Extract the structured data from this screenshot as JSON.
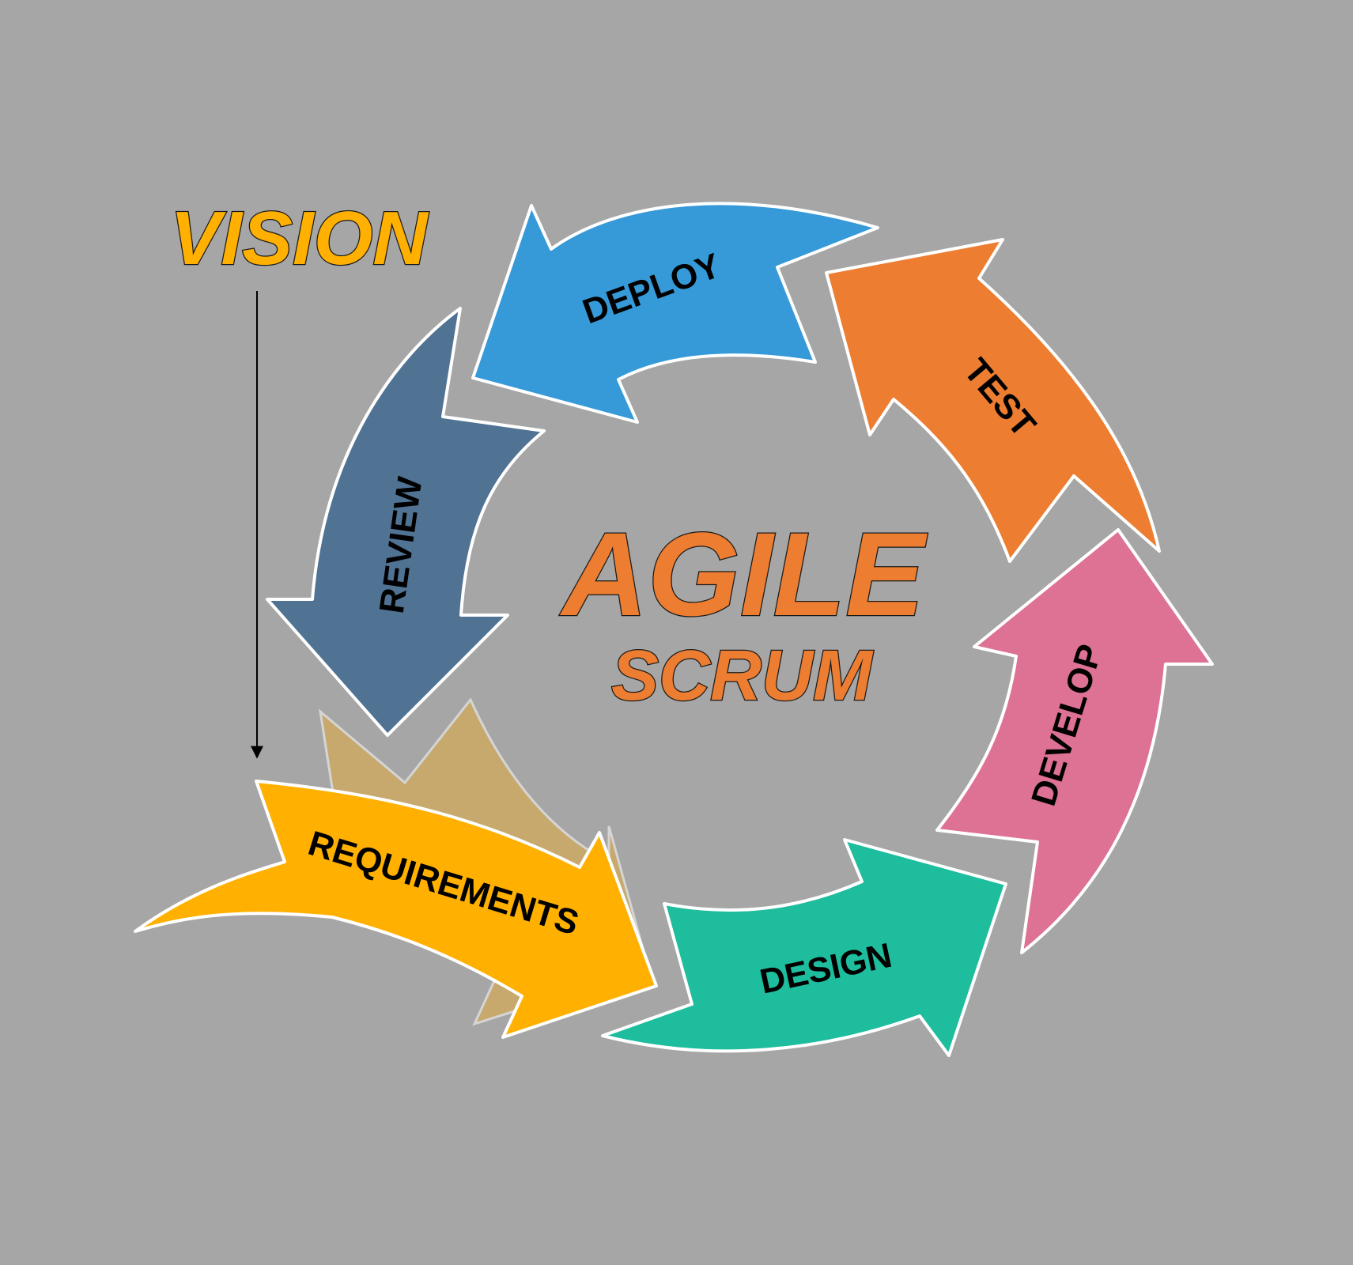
{
  "diagram": {
    "center_title": "AGILE",
    "center_subtitle": "SCRUM",
    "entry_label": "VISION",
    "stages": [
      {
        "id": "requirements",
        "label": "REQUIREMENTS",
        "color": "#ffb000"
      },
      {
        "id": "design",
        "label": "DESIGN",
        "color": "#1dbd9d"
      },
      {
        "id": "develop",
        "label": "DEVELOP",
        "color": "#de7294"
      },
      {
        "id": "test",
        "label": "TEST",
        "color": "#ed7d31"
      },
      {
        "id": "deploy",
        "label": "DEPLOY",
        "color": "#3699d8"
      },
      {
        "id": "review",
        "label": "REVIEW",
        "color": "#507293"
      }
    ],
    "colors": {
      "background": "#a6a6a6",
      "title": "#ed7d31",
      "vision": "#ffb000",
      "outline": "#ffffff"
    }
  }
}
